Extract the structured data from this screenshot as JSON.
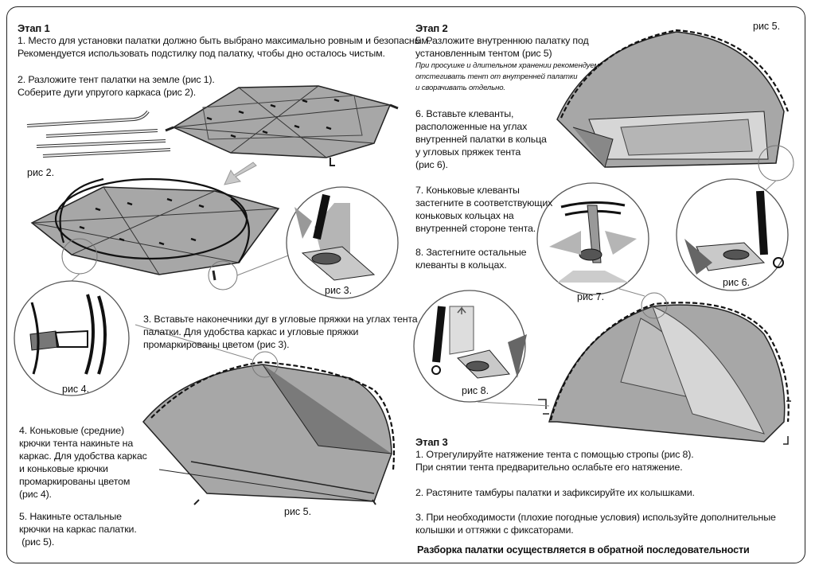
{
  "stage1": {
    "heading": "Этап 1",
    "step1": [
      "1. Место для установки палатки должно быть выбрано максимально ровным и безопасным.",
      "Рекомендуется использовать подстилку под палатку, чтобы дно осталось чистым."
    ],
    "step2": [
      "2. Разложите тент палатки на земле (рис 1).",
      "Соберите дуги упругого каркаса (рис 2)."
    ],
    "step3": [
      "3. Вставьте наконечники дуг в угловые пряжки на углах тента",
      "палатки. Для удобства каркас и угловые пряжки",
      "промаркированы цветом (рис 3)."
    ],
    "step4": [
      "4. Коньковые (средние)",
      "крючки тента накиньте на",
      "каркас. Для удобства каркас",
      "и коньковые крючки",
      "промаркированы цветом",
      "(рис 4)."
    ],
    "step5": [
      "5. Накиньте остальные",
      "крючки на каркас палатки.",
      " (рис 5)."
    ]
  },
  "stage2": {
    "heading": "Этап 2",
    "step5": [
      "5. Разложите внутреннюю палатку под",
      "установленным тентом (рис 5)"
    ],
    "note": [
      "При просушке и длительном хранении рекомендуем",
      "отстегивать тент от внутренней палатки",
      "и сворачивать отдельно."
    ],
    "step6": [
      "6. Вставьте клеванты,",
      "расположенные на углах",
      "внутренней палатки в кольца",
      "у угловых пряжек тента",
      "(рис 6)."
    ],
    "step7": [
      "7. Коньковые клеванты",
      "застегните в соответствующих",
      "коньковых кольцах на",
      "внутренней стороне тента."
    ],
    "step8": [
      "8. Застегните остальные",
      "клеванты в кольцах."
    ]
  },
  "stage3": {
    "heading": "Этап 3",
    "step1": [
      "1. Отрегулируйте натяжение тента с помощью стропы (рис 8).",
      "При снятии тента предварительно ослабьте его натяжение."
    ],
    "step2": "2. Растяните тамбуры палатки и зафиксируйте их колышками.",
    "step3": [
      "3. При необходимости (плохие погодные условия) используйте дополнительные",
      "колышки и оттяжки с фиксаторами."
    ],
    "footer": "Разборка палатки осуществляется в обратной последовательности"
  },
  "captions": {
    "fig2": "рис 2.",
    "fig3": "рис 3.",
    "fig4": "рис 4.",
    "fig5_left": "рис 5.",
    "fig5_right": "рис 5.",
    "fig6": "рис 6.",
    "fig7": "рис 7.",
    "fig8": "рис 8."
  },
  "colors": {
    "fabric": "#a7a7a7",
    "fabric_dark": "#7a7a7a",
    "line": "#1a1a1a",
    "light": "#d6d6d6"
  }
}
